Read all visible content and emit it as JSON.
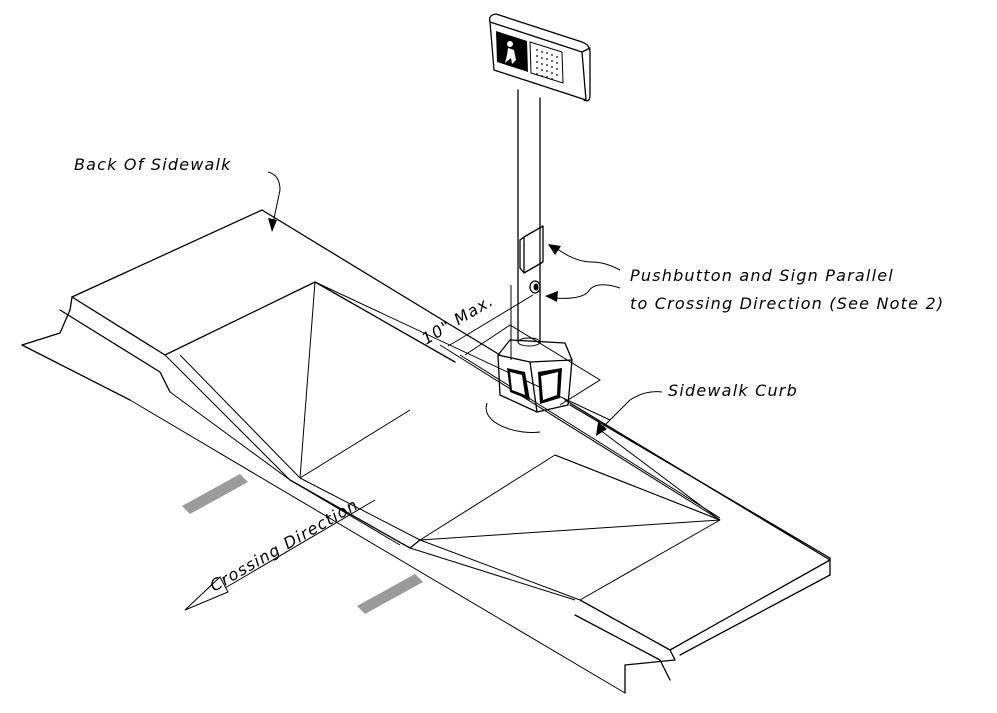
{
  "labels": {
    "back_of_sidewalk": "Back Of Sidewalk",
    "pushbutton_line1": "Pushbutton and Sign Parallel",
    "pushbutton_line2": "to Crossing Direction (See Note 2)",
    "sidewalk_curb": "Sidewalk Curb",
    "dimension": "10\" Max.",
    "crossing_direction": "Crossing Direction"
  },
  "colors": {
    "line": "#000000",
    "crosswalk_bar": "#9a9a9a",
    "background": "#ffffff"
  },
  "icons": [
    "walking-person-icon",
    "countdown-dot-matrix-icon"
  ]
}
